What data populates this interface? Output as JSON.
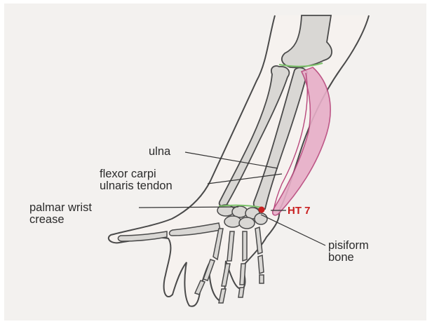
{
  "diagram": {
    "labels": {
      "ulna": "ulna",
      "flexor_line1": "flexor carpi",
      "flexor_line2": "ulnaris tendon",
      "palmar_line1": "palmar wrist",
      "palmar_line2": "crease",
      "pisiform_line1": "pisiform",
      "pisiform_line2": "bone",
      "acupoint": "HT 7"
    },
    "colors": {
      "bone_fill": "#d9d7d4",
      "outline": "#4a4a4a",
      "muscle": "#e7aec8",
      "muscle_edge": "#b8477c",
      "point": "#c91f1f",
      "crease": "#7cc26a"
    }
  }
}
